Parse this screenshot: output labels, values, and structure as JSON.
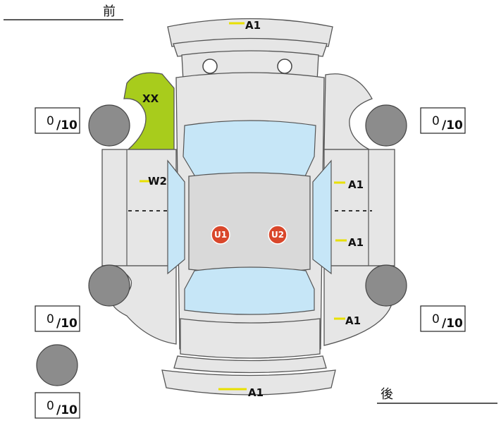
{
  "labels": {
    "front": "前",
    "rear": "後"
  },
  "colors": {
    "panel": "#e6e6e6",
    "glass": "#c6e6f7",
    "tire": "#8c8c8c",
    "highlight_panel": "#a8cc1c",
    "damage_line": "#e8e000",
    "damage_circle": "#d9472b"
  },
  "damage_codes": {
    "front_bumper": "A1",
    "left_front_fender": "XX",
    "left_front_door": "W2",
    "right_front_door": "A1",
    "right_rear_door": "A1",
    "right_rear_quarter": "A1",
    "rear_bumper": "A1",
    "roof_u1": "U1",
    "roof_u2": "U2"
  },
  "tire_scores": {
    "front_left": {
      "value": "0",
      "max": "/10"
    },
    "front_right": {
      "value": "0",
      "max": "/10"
    },
    "rear_left": {
      "value": "0",
      "max": "/10"
    },
    "rear_right": {
      "value": "0",
      "max": "/10"
    },
    "spare": {
      "value": "0",
      "max": "/10"
    }
  }
}
